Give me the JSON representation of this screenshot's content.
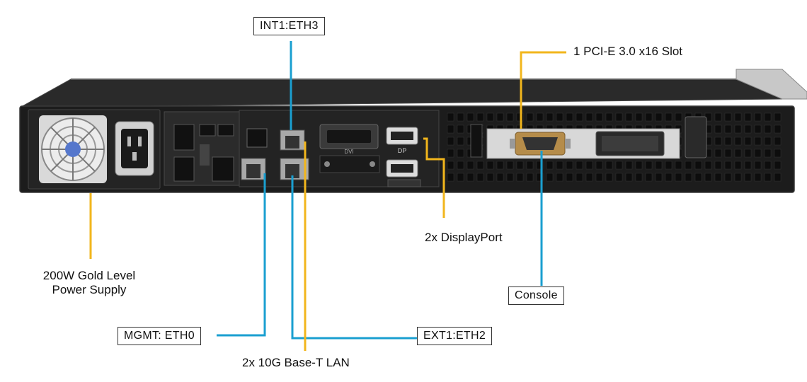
{
  "labels": {
    "int1": "INT1:ETH3",
    "pcie": "1 PCI-E 3.0 x16 Slot",
    "displayport": "2x DisplayPort",
    "psu_line1": "200W Gold Level",
    "psu_line2": "Power Supply",
    "console": "Console",
    "mgmt": "MGMT: ETH0",
    "ext1": "EXT1:ETH2",
    "lan": "2x 10G Base-T LAN",
    "dvi": "DVI",
    "dp": "DP"
  },
  "colors": {
    "blue_line": "#1a9fd0",
    "yellow_line": "#f2b61c",
    "chassis": "#1c1c1c",
    "chassis_edge": "#3a3a3a"
  }
}
